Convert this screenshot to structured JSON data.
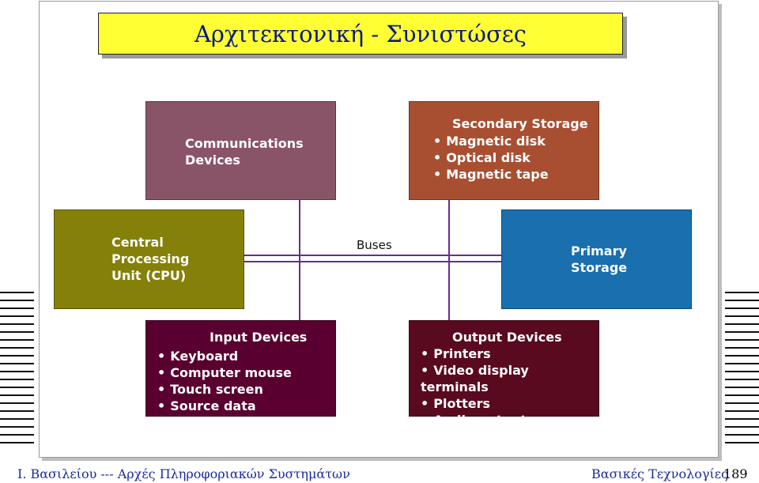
{
  "title": "Αρχιτεκτονική - Συνιστώσες",
  "diagram": {
    "communications": {
      "label_line1": "Communications",
      "label_line2": "Devices",
      "color": "#8a5468"
    },
    "secondary": {
      "header": "Secondary Storage",
      "items": [
        "Magnetic disk",
        "Optical disk",
        "Magnetic tape"
      ],
      "color": "#a84f32"
    },
    "cpu": {
      "label_line1": "Central",
      "label_line2": "Processing",
      "label_line3": "Unit (CPU)",
      "color": "#85800a"
    },
    "buses_label": "Buses",
    "primary": {
      "label_line1": "Primary",
      "label_line2": "Storage",
      "color": "#1a6faf"
    },
    "input": {
      "header": "Input Devices",
      "items": [
        "Keyboard",
        "Computer mouse",
        "Touch screen",
        "Source data automation"
      ],
      "color": "#5a0030"
    },
    "output": {
      "header": "Output Devices",
      "items": [
        "Printers",
        "Video display terminals",
        "Plotters",
        "Audio output"
      ],
      "color": "#5a0a1e"
    },
    "bus_color": "#6a2c8e"
  },
  "footer": {
    "left": "Ι. Βασιλείου --- Αρχές Πληροφοριακών Συστημάτων",
    "right": "Βασικές Τεχνολογίες",
    "page": "189"
  }
}
